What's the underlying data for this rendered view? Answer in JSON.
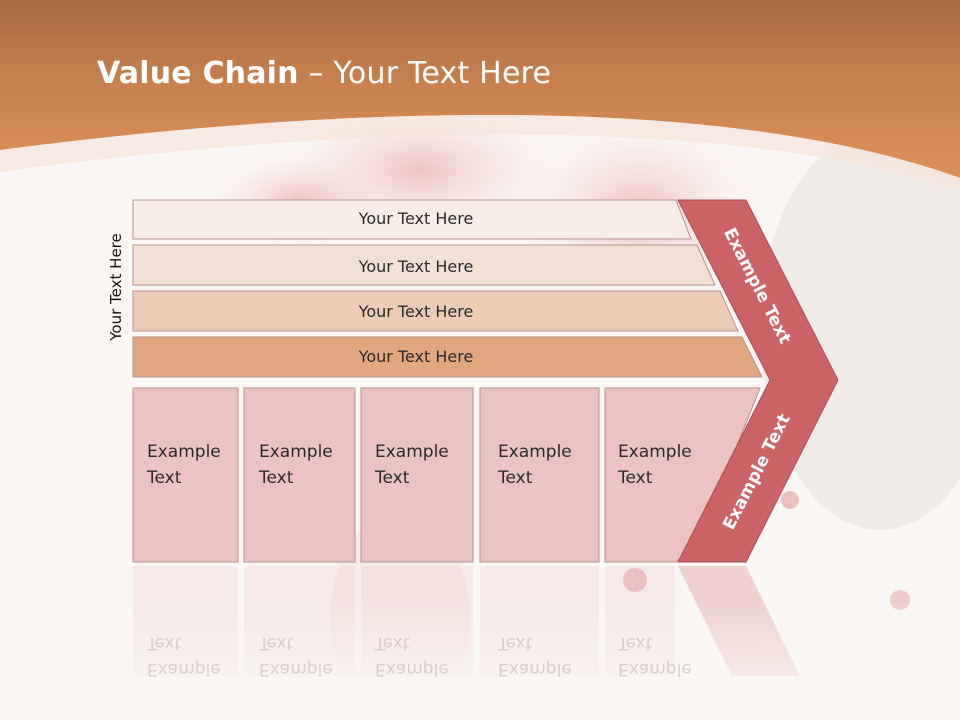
{
  "title": {
    "bold": "Value Chain",
    "rest": " – Your Text Here"
  },
  "side_label": "Your Text Here",
  "bars": [
    {
      "label": "Your Text Here",
      "color": "#f8ece6"
    },
    {
      "label": "Your Text Here",
      "color": "#f3e0d4"
    },
    {
      "label": "Your Text Here",
      "color": "#ecccb4"
    },
    {
      "label": "Your Text Here",
      "color": "#e1a880"
    }
  ],
  "boxes": [
    {
      "line1": "Example",
      "line2": "Text"
    },
    {
      "line1": "Example",
      "line2": "Text"
    },
    {
      "line1": "Example",
      "line2": "Text"
    },
    {
      "line1": "Example",
      "line2": "Text"
    },
    {
      "line1": "Example",
      "line2": "Text"
    }
  ],
  "chevron": {
    "upper": "Example Text",
    "lower": "Example Text",
    "color": "#cc6367"
  },
  "colors": {
    "header": "#d98d5a",
    "box_fill": "#ebc3c3",
    "box_border": "#b8908e"
  }
}
